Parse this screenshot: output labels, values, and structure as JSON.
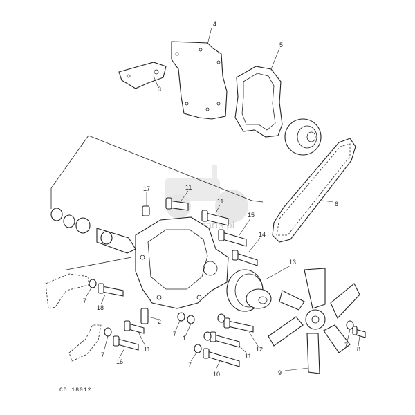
{
  "figure": {
    "code": "CD  18012",
    "watermark": "tractor-parts.pl"
  },
  "callouts": [
    "1",
    "2",
    "3",
    "4",
    "5",
    "6",
    "7",
    "8",
    "9",
    "10",
    "11",
    "12",
    "13",
    "14",
    "15",
    "16",
    "17",
    "18"
  ]
}
